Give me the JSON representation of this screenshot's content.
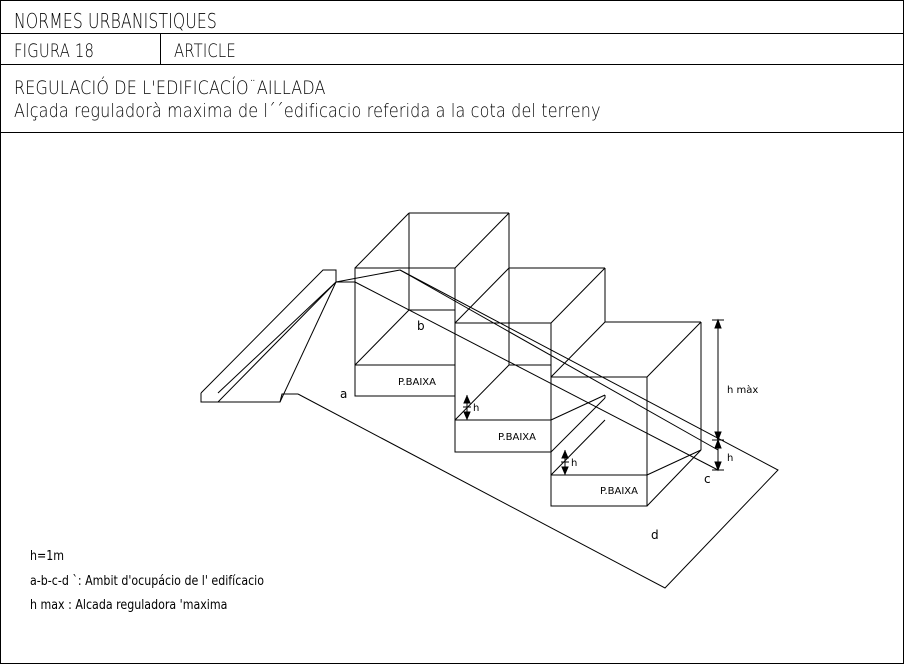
{
  "header": {
    "title": "NORMES URBANISTIQUES",
    "figure": "FIGURA  18",
    "article": "ARTICLE",
    "subtitle": "REGULACIÓ DE L'EDIFICACÍO¨AILLADA",
    "description": "Alçada reguladorà maxima de l´´edificacio referida a la cota del terreny"
  },
  "diagram": {
    "labels": {
      "a": "a",
      "b": "b",
      "c": "c",
      "d": "d",
      "floor1": "P.BAIXA",
      "floor2": "P.BAIXA",
      "floor3": "P.BAIXA",
      "h1": "h",
      "h2": "h",
      "h3": "h",
      "hmax": "h màx"
    }
  },
  "legend": {
    "line1": "h=1m",
    "line2": "a-b-c-d `: Ambit d'ocupácio de l' edifícacio",
    "line3": "h max : Alcada reguladora 'maxima"
  }
}
